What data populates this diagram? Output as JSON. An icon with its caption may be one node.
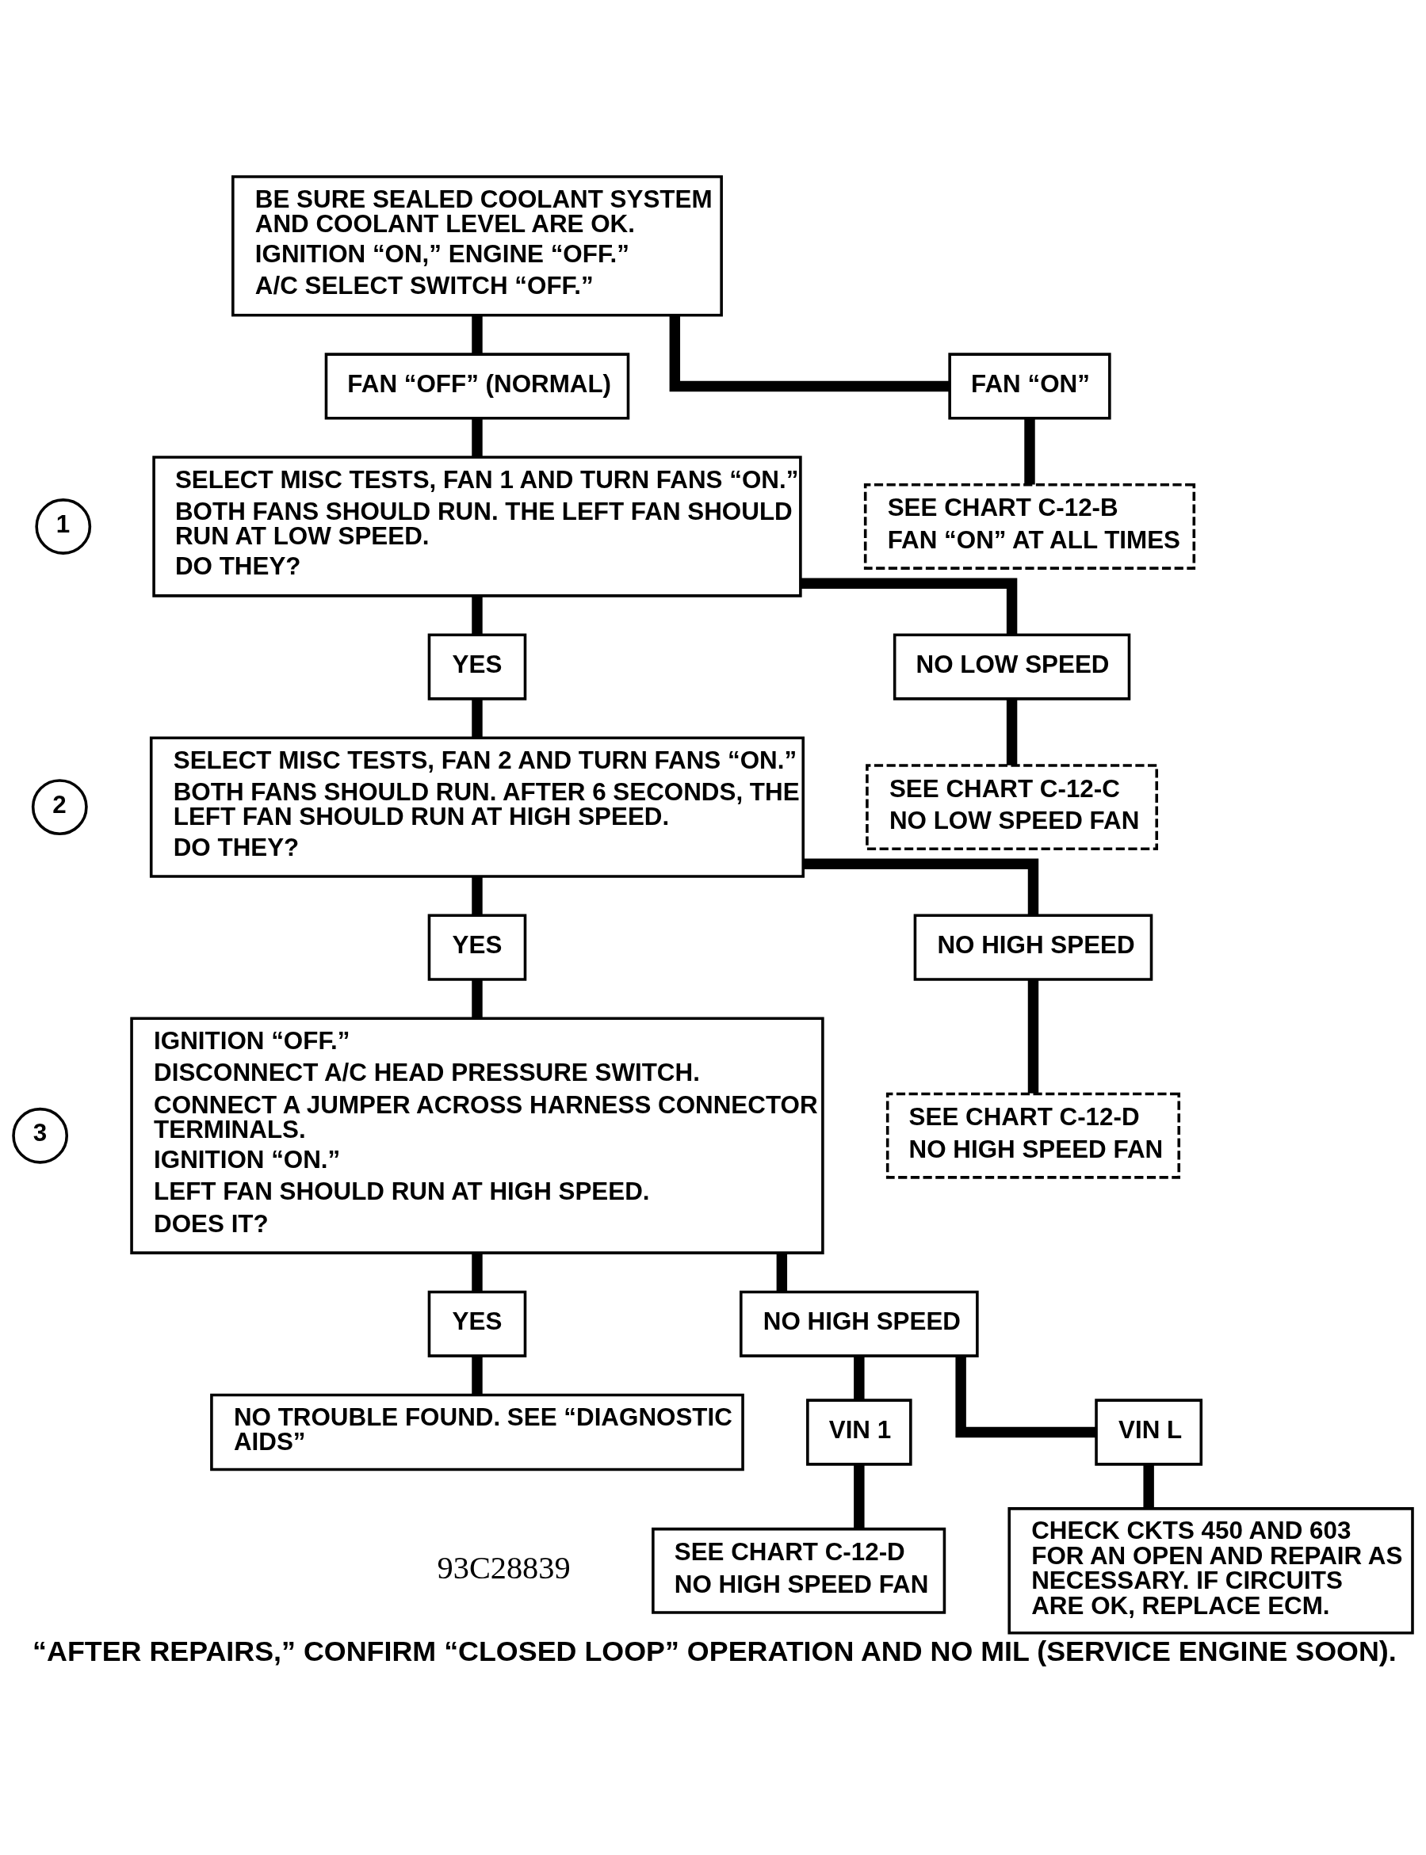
{
  "diagram": {
    "caption": "“AFTER REPAIRS,” CONFIRM “CLOSED LOOP” OPERATION AND NO MIL (SERVICE ENGINE SOON).",
    "nodes": [
      {
        "text": [
          "BE SURE SEALED COOLANT SYSTEM AND COOLANT LEVEL ARE OK.",
          "IGNITION “ON,” ENGINE “OFF.”",
          "A/C SELECT SWITCH “OFF.”"
        ]
      },
      {
        "text": [
          "FAN “OFF” (NORMAL)"
        ]
      },
      {
        "text": [
          "FAN “ON”"
        ]
      },
      {
        "text": [
          "SEE CHART C-12-B",
          "FAN “ON” AT ALL TIMES"
        ]
      },
      {
        "text": [
          "1"
        ]
      },
      {
        "text": [
          "SELECT MISC TESTS, FAN 1 AND TURN FANS “ON.”",
          "BOTH FANS SHOULD RUN. THE LEFT FAN SHOULD RUN AT LOW SPEED.",
          "DO THEY?"
        ]
      },
      {
        "text": [
          "YES"
        ]
      },
      {
        "text": [
          "NO LOW SPEED"
        ]
      },
      {
        "text": [
          "SEE CHART C-12-C",
          "NO LOW SPEED FAN"
        ]
      },
      {
        "text": [
          "2"
        ]
      },
      {
        "text": [
          "SELECT MISC TESTS, FAN 2 AND TURN FANS “ON.”",
          "BOTH FANS SHOULD RUN. AFTER 6 SECONDS, THE LEFT FAN SHOULD RUN AT HIGH SPEED.",
          "DO THEY?"
        ]
      },
      {
        "text": [
          "YES"
        ]
      },
      {
        "text": [
          "NO HIGH SPEED"
        ]
      },
      {
        "text": [
          "SEE CHART C-12-D",
          "NO HIGH SPEED FAN"
        ]
      },
      {
        "text": [
          "3"
        ]
      },
      {
        "text": [
          "IGNITION “OFF.”",
          "DISCONNECT A/C HEAD PRESSURE SWITCH.",
          "CONNECT A JUMPER ACROSS HARNESS CONNECTOR TERMINALS.",
          "IGNITION “ON.”",
          "LEFT FAN SHOULD RUN AT HIGH SPEED.",
          "DOES IT?"
        ]
      },
      {
        "text": [
          "YES"
        ]
      },
      {
        "text": [
          "NO HIGH SPEED"
        ]
      },
      {
        "text": [
          "NO TROUBLE FOUND. SEE “DIAGNOSTIC AIDS”"
        ]
      },
      {
        "text": [
          "VIN 1"
        ]
      },
      {
        "text": [
          "VIN L"
        ]
      },
      {
        "text": [
          "SEE CHART C-12-D",
          "NO HIGH SPEED FAN"
        ]
      },
      {
        "text": [
          "CHECK CKTS 450 AND 603 FOR AN OPEN AND REPAIR AS NECESSARY. IF CIRCUITS ARE OK, REPLACE ECM."
        ]
      }
    ],
    "edges": [
      {
        "from": 0,
        "to": 1,
        "arrow": "none"
      },
      {
        "from": 0,
        "to": 2,
        "arrow": "none"
      },
      {
        "from": 1,
        "to": 5,
        "arrow": "none"
      },
      {
        "from": 2,
        "to": 3,
        "arrow": "none"
      },
      {
        "from": 5,
        "to": 6,
        "arrow": "none"
      },
      {
        "from": 5,
        "to": 7,
        "arrow": "none"
      },
      {
        "from": 6,
        "to": 10,
        "arrow": "none"
      },
      {
        "from": 7,
        "to": 8,
        "arrow": "none"
      },
      {
        "from": 10,
        "to": 11,
        "arrow": "none"
      },
      {
        "from": 10,
        "to": 12,
        "arrow": "none"
      },
      {
        "from": 11,
        "to": 15,
        "arrow": "none"
      },
      {
        "from": 12,
        "to": 13,
        "arrow": "none"
      },
      {
        "from": 15,
        "to": 16,
        "arrow": "none"
      },
      {
        "from": 15,
        "to": 17,
        "arrow": "none"
      },
      {
        "from": 16,
        "to": 18,
        "arrow": "none"
      },
      {
        "from": 17,
        "to": 19,
        "arrow": "none"
      },
      {
        "from": 17,
        "to": 20,
        "arrow": "none"
      },
      {
        "from": 19,
        "to": 21,
        "arrow": "none"
      },
      {
        "from": 20,
        "to": 22,
        "arrow": "none"
      }
    ],
    "labels": [
      "93C28839"
    ]
  }
}
